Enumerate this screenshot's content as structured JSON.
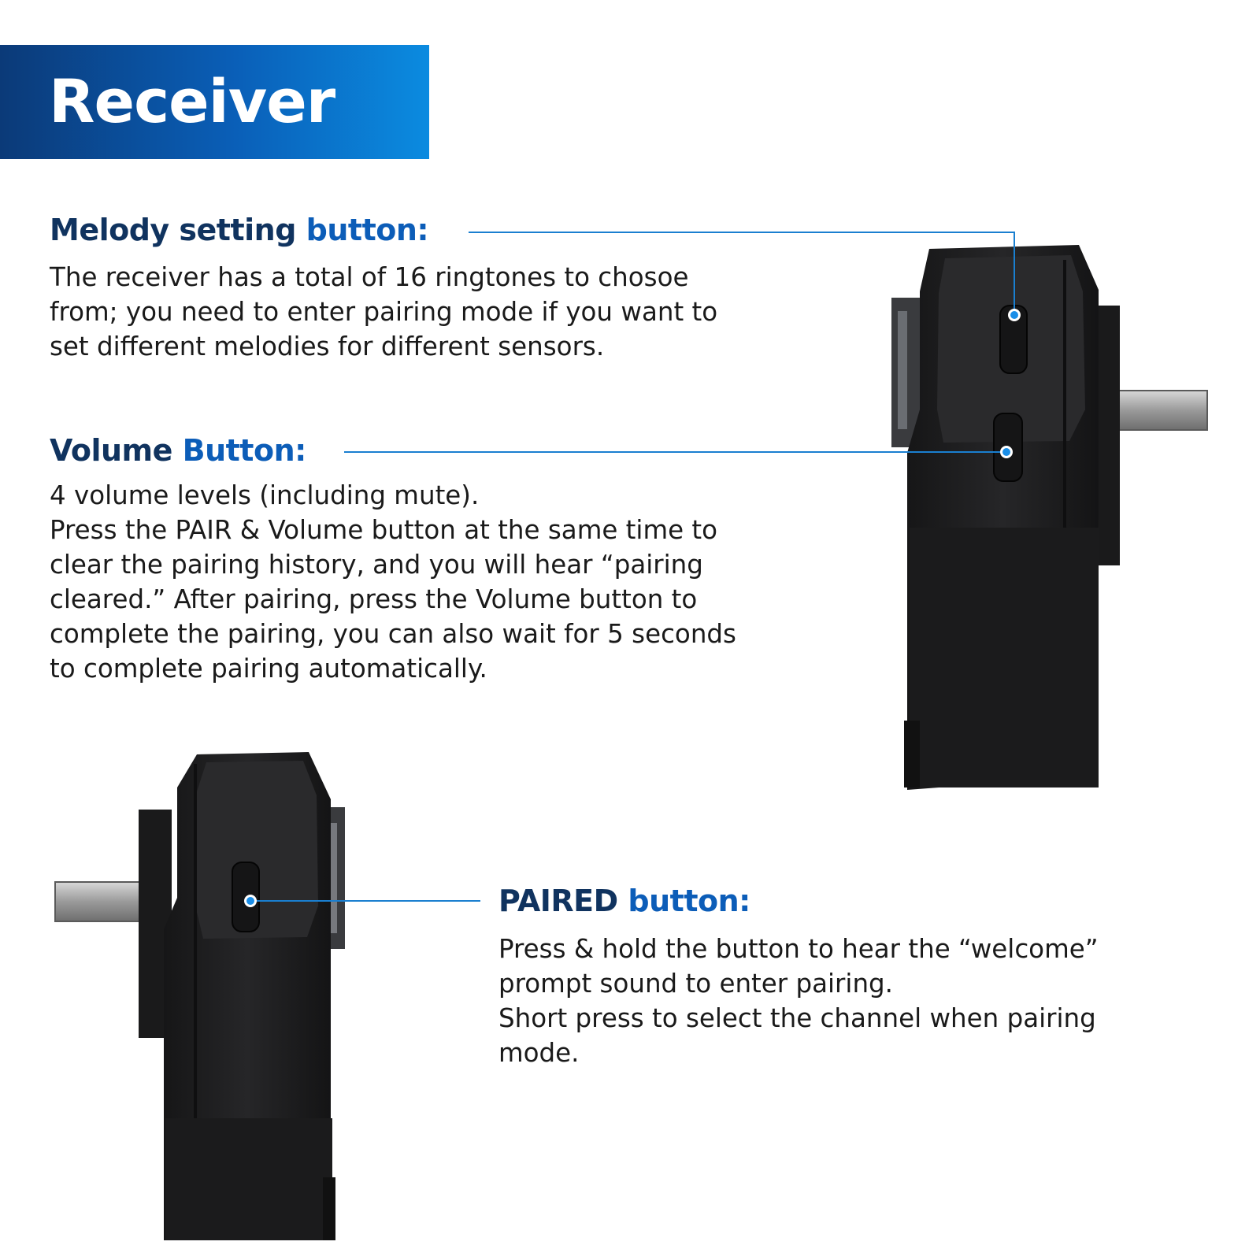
{
  "banner": {
    "title": "Receiver"
  },
  "melody": {
    "heading_word1": "Melody setting",
    "heading_word2": "button:",
    "lines": [
      "The receiver has a total of 16 ringtones to chosoe",
      "from; you need to enter pairing mode if you want to",
      "set different melodies for different sensors."
    ]
  },
  "volume": {
    "heading_word1": "Volume",
    "heading_word2": "Button:",
    "lines": [
      "4 volume levels (including mute).",
      "Press the PAIR & Volume button at the same time to",
      "clear the pairing history, and you will hear “pairing",
      "cleared.” After pairing, press the Volume button to",
      "complete the pairing, you can also wait for 5 seconds",
      "to complete pairing automatically."
    ]
  },
  "paired": {
    "heading_word1": "PAIRED",
    "heading_word2": "button:",
    "lines": [
      "Press & hold the button to hear the “welcome”",
      "prompt sound to enter pairing.",
      "Short press to select the channel when pairing",
      "mode."
    ]
  },
  "colors": {
    "heading_dark": "#10335f",
    "heading_blue": "#0c5db8",
    "callout_line": "#1a7fd0",
    "device_body": "#1e1e1f"
  }
}
